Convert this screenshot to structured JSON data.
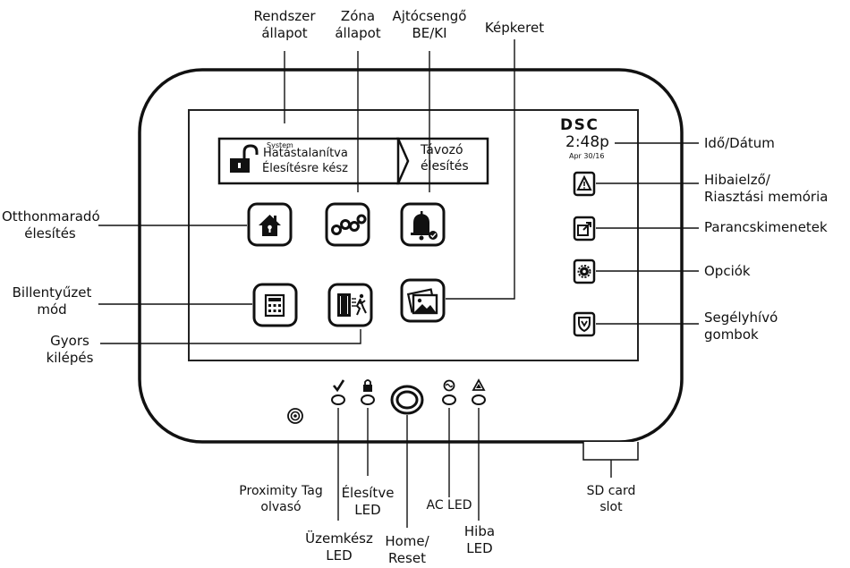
{
  "device": {
    "brand": "DSC",
    "time": "2:48p",
    "date": "Apr 30/16"
  },
  "status_bar": {
    "system_tag": "System",
    "line1": "Hatástalanítva",
    "line2": "Élesítésre kész",
    "away_line1": "Távozó",
    "away_line2": "élesítés"
  },
  "labels": {
    "rendszer_1": "Rendszer",
    "rendszer_2": "állapot",
    "zona_1": "Zóna",
    "zona_2": "állapot",
    "ajto_1": "Ajtócsengő",
    "ajto_2": "BE/KI",
    "kepkeret": "Képkeret",
    "ido": "Idő/Dátum",
    "hiba_1": "Hibaielző/",
    "hiba_2": "Riasztási memória",
    "parancs": "Parancskimenetek",
    "opciok": "Opciók",
    "segely_1": "Segélyhívó",
    "segely_2": "gombok",
    "otthon_1": "Otthonmaradó",
    "otthon_2": "élesítés",
    "billentyu_1": "Billentyűzet",
    "billentyu_2": "mód",
    "gyors_1": "Gyors",
    "gyors_2": "kilépés",
    "prox_1": "Proximity Tag",
    "prox_2": "olvasó",
    "uzem_1": "Üzemkész",
    "uzem_2": "LED",
    "eles_1": "Élesítve",
    "eles_2": "LED",
    "home_1": "Home/",
    "home_2": "Reset",
    "ac": "AC LED",
    "hibaled_1": "Hiba",
    "hibaled_2": "LED",
    "sd_1": "SD card",
    "sd_2": "slot"
  },
  "icons": {
    "home": "home-stay-arm-icon",
    "zones": "zone-status-icon",
    "chime": "door-chime-icon",
    "keypad": "keypad-mode-icon",
    "quick_exit": "quick-exit-icon",
    "picture_frame": "picture-frame-icon",
    "trouble": "trouble-warning-icon",
    "command_output": "command-output-icon",
    "options": "options-gear-icon",
    "emergency": "emergency-shield-icon"
  }
}
